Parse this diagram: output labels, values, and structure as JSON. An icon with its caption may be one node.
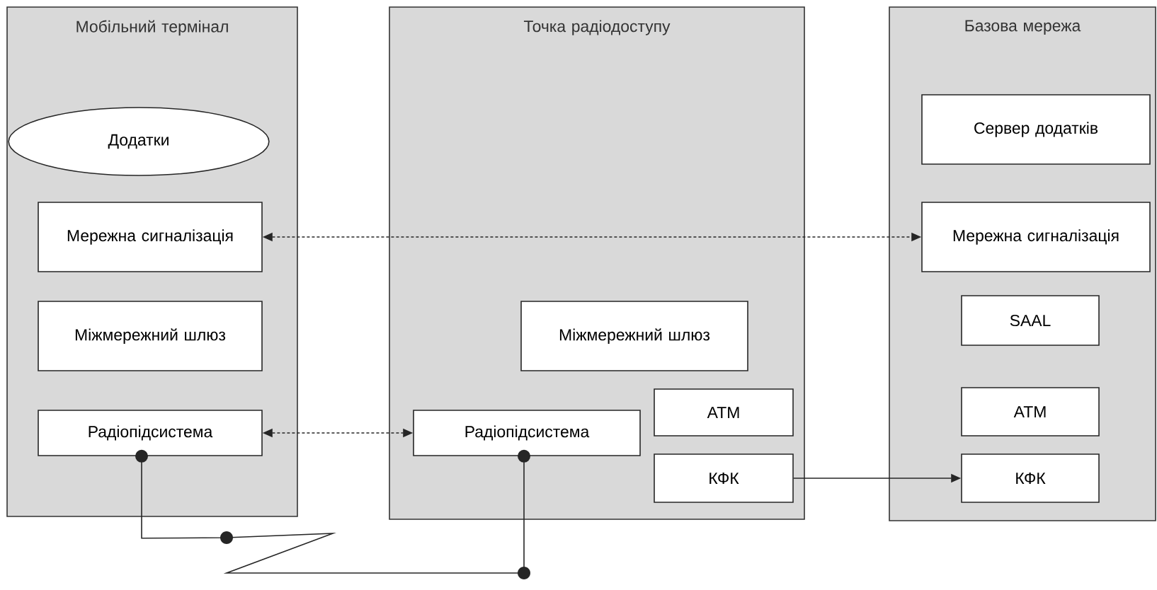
{
  "diagram": {
    "nodes": [
      {
        "text": [
          "Мобільний термінал"
        ]
      },
      {
        "text": [
          "Додатки"
        ],
        "in": 0
      },
      {
        "text": [
          "Мережна сигналізація"
        ],
        "in": 0
      },
      {
        "text": [
          "Міжмережний шлюз"
        ],
        "in": 0
      },
      {
        "text": [
          "Радіопідсистема"
        ],
        "in": 0
      },
      {
        "text": [
          "Точка радіодоступу"
        ]
      },
      {
        "text": [
          "Міжмережний шлюз"
        ],
        "in": 5
      },
      {
        "text": [
          "Радіопідсистема"
        ],
        "in": 5
      },
      {
        "text": [
          "ATM"
        ],
        "in": 5
      },
      {
        "text": [
          "КФК"
        ],
        "in": 5
      },
      {
        "text": [
          "Базова мережа"
        ]
      },
      {
        "text": [
          "Сервер додатків"
        ],
        "in": 10
      },
      {
        "text": [
          "Мережна сигналізація"
        ],
        "in": 10
      },
      {
        "text": [
          "SAAL"
        ],
        "in": 10
      },
      {
        "text": [
          "ATM"
        ],
        "in": 10
      },
      {
        "text": [
          "КФК"
        ],
        "in": 10
      }
    ],
    "edges": [
      {
        "from": 2,
        "to": 12,
        "arrow": "both",
        "style": "dashed"
      },
      {
        "from": 4,
        "to": 7,
        "arrow": "both",
        "style": "dashed"
      },
      {
        "from": 9,
        "to": 15,
        "arrow": "to"
      },
      {
        "from": 4,
        "to": 7,
        "arrow": "other"
      }
    ]
  }
}
